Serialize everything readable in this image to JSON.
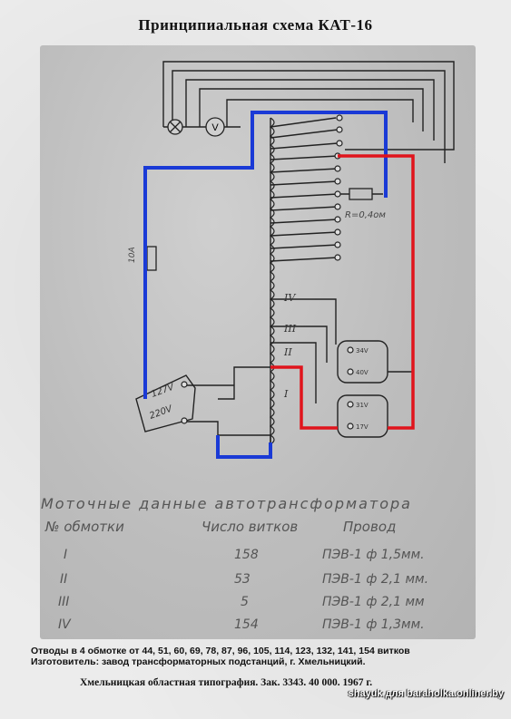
{
  "title": "Принципиальная схема КАТ-16",
  "diagram": {
    "resistor_label": "R=0,4ом",
    "fuse_label": "10А",
    "voltage_127": "127V",
    "voltage_220": "220V",
    "voltmeter_symbol": "V",
    "winding_labels": [
      "IV",
      "III",
      "II",
      "I"
    ],
    "switch1_labels": [
      "34V",
      "40V"
    ],
    "switch2_labels": [
      "31V",
      "17V"
    ],
    "wire_colors": {
      "blue": "#1a3ad6",
      "red": "#e0141c",
      "ink": "#222222"
    }
  },
  "table": {
    "title": "Моточные данные автотрансформатора",
    "headers": [
      "№ обмотки",
      "Число витков",
      "Провод"
    ],
    "rows": [
      {
        "num": "I",
        "turns": "158",
        "wire": "ПЭВ-1 ф 1,5мм."
      },
      {
        "num": "II",
        "turns": "53",
        "wire": "ПЭВ-1 ф 2,1 мм."
      },
      {
        "num": "III",
        "turns": "5",
        "wire": "ПЭВ-1 ф 2,1 мм"
      },
      {
        "num": "IV",
        "turns": "154",
        "wire": "ПЭВ-1 ф 1,3мм."
      }
    ]
  },
  "footer": {
    "taps": "Отводы в 4 обмотке от 44, 51, 60, 69, 78, 87, 96, 105, 114, 123, 132, 141, 154 витков",
    "maker": "Изготовитель: завод трансформаторных подстанций, г. Хмельницкий.",
    "printer": "Хмельницкая областная типография. Зак. 3343. 40 000. 1967 г."
  },
  "watermark": "shayuk для baraholka.onliner.by"
}
